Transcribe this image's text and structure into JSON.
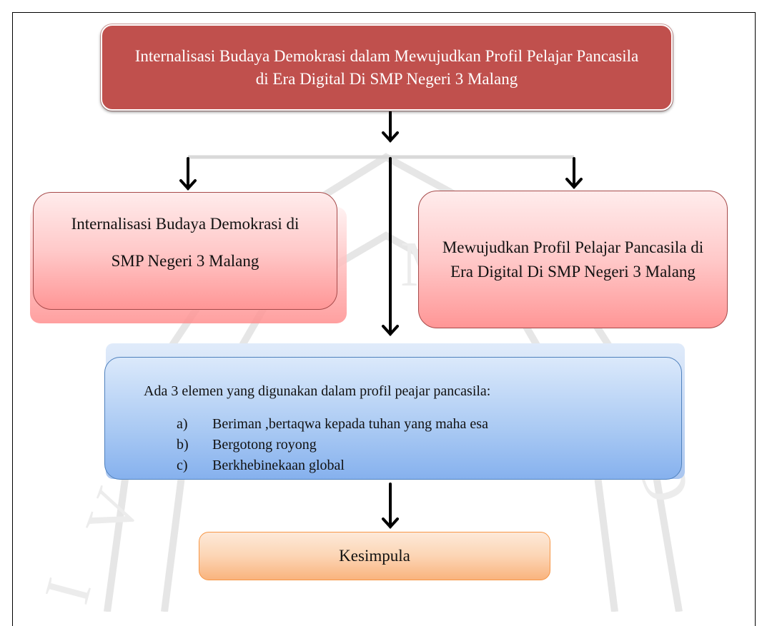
{
  "title": "Internalisasi Budaya Demokrasi dalam Mewujudkan Profil Pelajar Pancasila di Era Digital Di SMP Negeri 3 Malang",
  "left_box": {
    "line1": "Internalisasi Budaya Demokrasi di",
    "line2": "SMP Negeri 3 Malang"
  },
  "right_box": "Mewujudkan Profil Pelajar Pancasila di Era Digital Di SMP Negeri 3 Malang",
  "elements_box": {
    "intro": "Ada 3 elemen yang digunakan dalam profil peajar pancasila:",
    "items": [
      {
        "marker": "a)",
        "text": "Beriman ,bertaqwa kepada tuhan yang maha esa"
      },
      {
        "marker": "b)",
        "text": "Bergotong royong"
      },
      {
        "marker": "c)",
        "text": "Berkhebinekaan global"
      }
    ]
  },
  "conclusion": "Kesimpula",
  "colors": {
    "title_fill": "#c0504d",
    "pink_fill": "#ffb3b3",
    "blue_fill": "#a9c9f3",
    "orange_fill": "#fcd5b4",
    "arrow": "#000000"
  }
}
